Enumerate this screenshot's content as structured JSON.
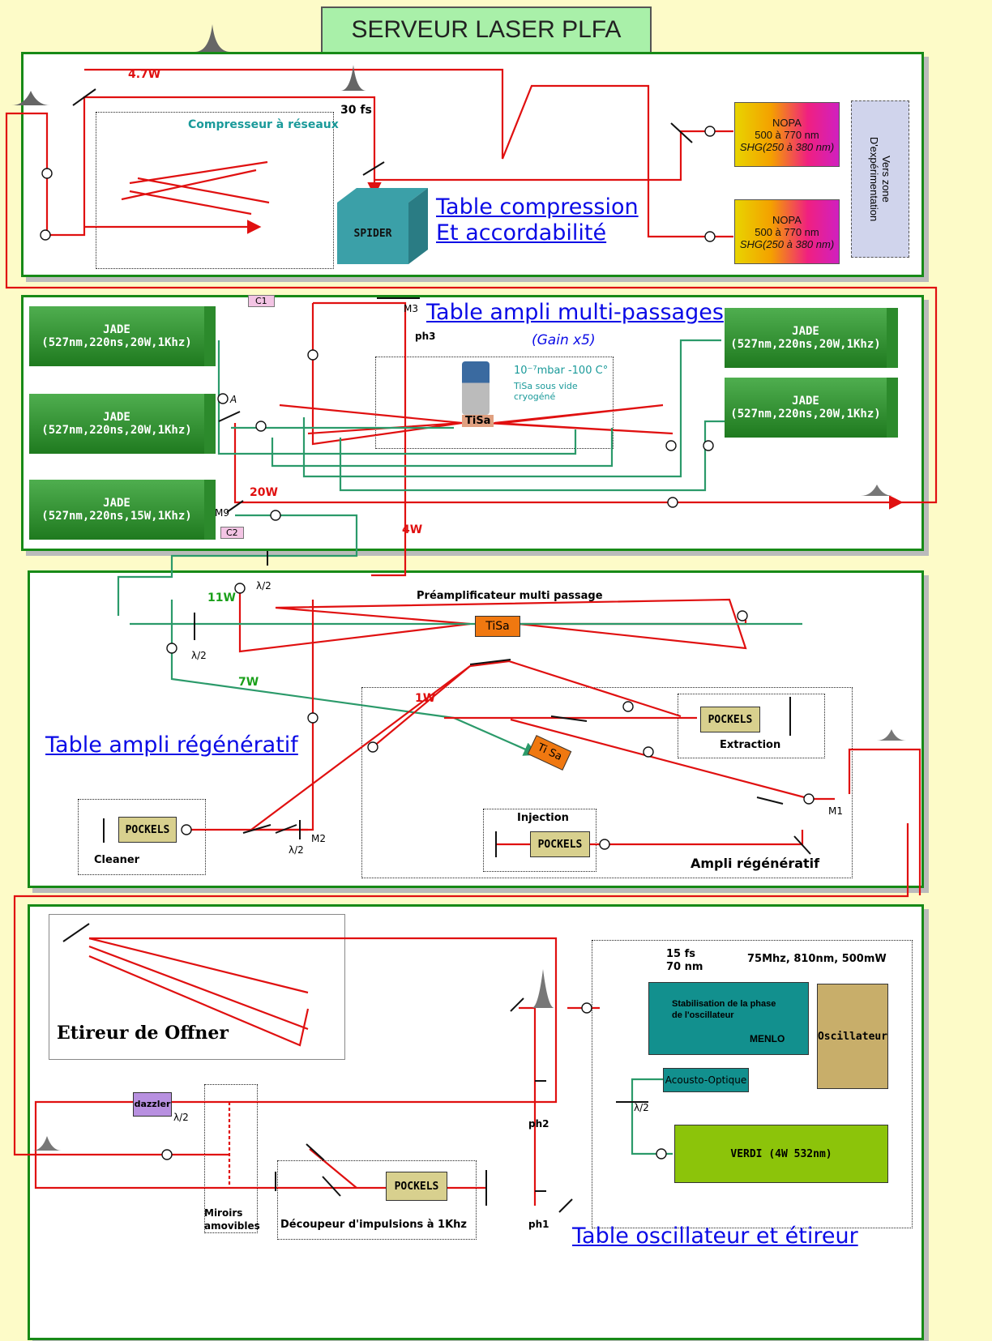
{
  "title": "SERVEUR LASER PLFA",
  "compression": {
    "heading_l1": "Table compression",
    "heading_l2": "Et accordabilité",
    "power": "4.7W",
    "pulse": "30 fs",
    "compressor": "Compresseur à réseaux",
    "spider": "SPIDER",
    "nopa": {
      "name": "NOPA",
      "range": "500 à 770 nm",
      "shg": "SHG(250 à 380 nm)"
    },
    "vers_zone_l1": "Vers zone",
    "vers_zone_l2": "D'expérimentation"
  },
  "multipass": {
    "heading": "Table ampli multi-passages",
    "gain": "(Gain x5)",
    "vacuum": "10⁻⁷mbar -100 C°",
    "vacuum_note": "TiSa sous vide cryogéné",
    "tisa": "TiSa",
    "jade_name": "JADE",
    "jade_spec_20w": "(527nm,220ns,20W,1Khz)",
    "jade_spec_15w": "(527nm,220ns,15W,1Khz)",
    "m3": "M3",
    "ph3": "ph3",
    "m9": "M9",
    "c1": "C1",
    "c2": "C2",
    "a": "A",
    "power_20w": "20W",
    "power_4w": "4W"
  },
  "regen": {
    "heading": "Table ampli régénératif",
    "preamp": "Préamplificateur multi passage",
    "tisa": "TiSa",
    "tisa2": "Ti Sa",
    "p11w": "11W",
    "p7w": "7W",
    "p1w": "1W",
    "lambda2": "λ/2",
    "pockels": "POCKELS",
    "extraction": "Extraction",
    "injection": "Injection",
    "cleaner": "Cleaner",
    "ampli": "Ampli régénératif",
    "m1": "M1",
    "m2": "M2"
  },
  "oscillator": {
    "heading": "Table oscillateur et étireur",
    "offner": "Etireur de Offner",
    "fs": "15 fs",
    "nm": "70 nm",
    "specs": "75Mhz, 810nm, 500mW",
    "stab_l1": "Stabilisation de la phase",
    "stab_l2": "de l'oscillateur",
    "menlo": "MENLO",
    "osc": "Oscillateur",
    "acousto": "Acousto-Optique",
    "verdi": "VERDI (4W 532nm)",
    "dazzler": "dazzler",
    "lambda2": "λ/2",
    "pockels": "POCKELS",
    "miroirs_l1": "Miroirs",
    "miroirs_l2": "amovibles",
    "decoupeur": "Découpeur d'impulsions à 1Khz",
    "ph1": "ph1",
    "ph2": "ph2"
  }
}
